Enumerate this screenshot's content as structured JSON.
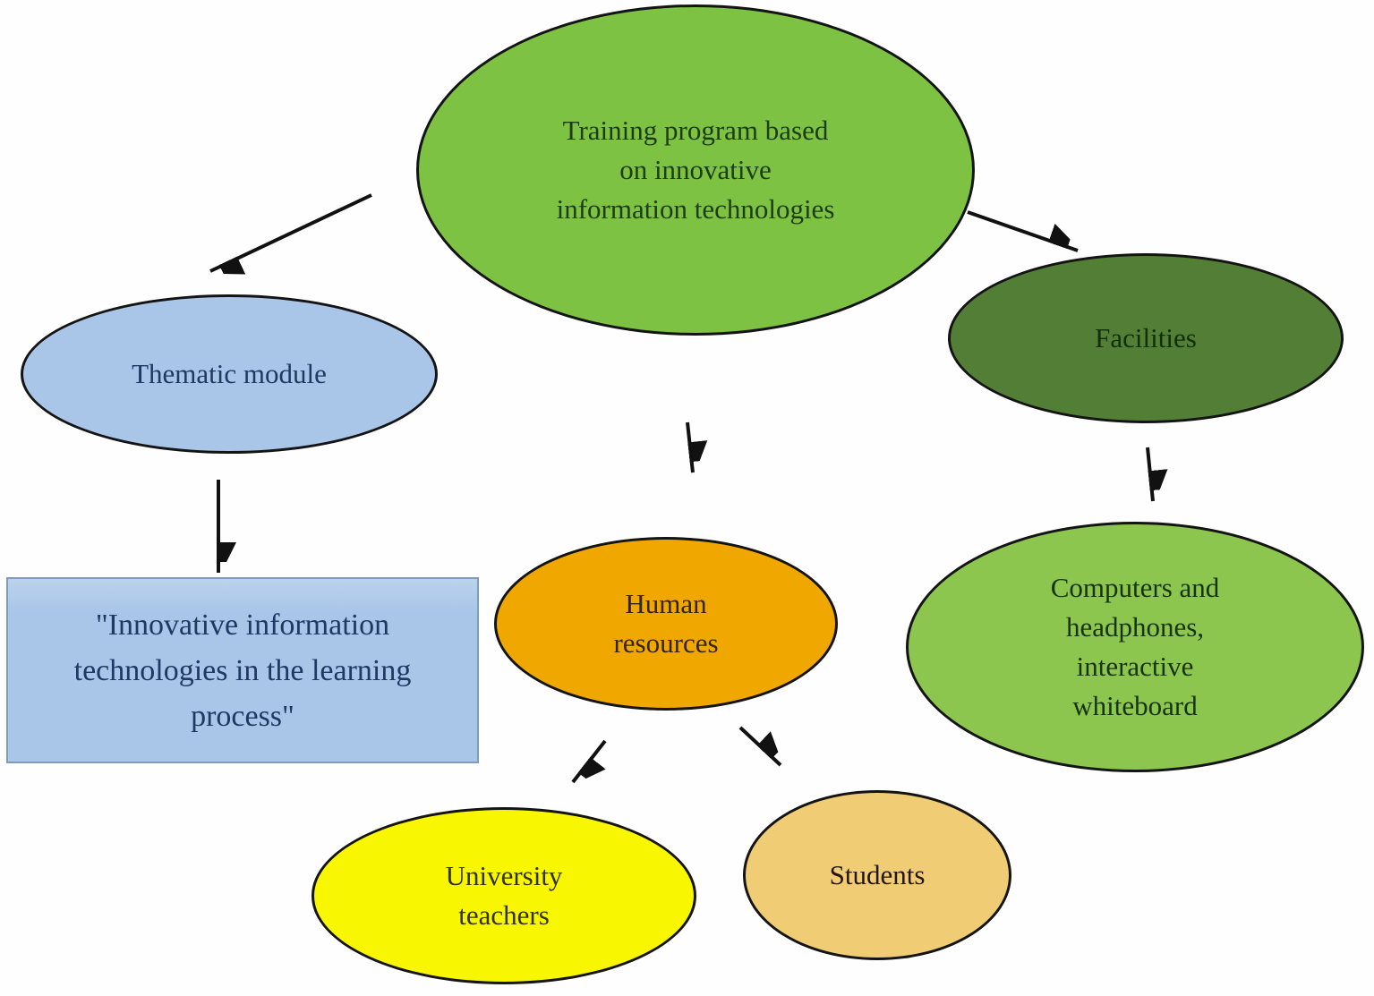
{
  "diagram": {
    "type": "concept-map",
    "background": "#fefefe",
    "outline_color": "#141414",
    "arrow_color": "#111111",
    "nodes": {
      "training_program": {
        "shape": "ellipse",
        "fill": "#7dc242",
        "text_color": "#1e3c14",
        "lines": [
          "Training program based",
          "on innovative",
          "information technologies"
        ]
      },
      "thematic_module": {
        "shape": "ellipse",
        "fill": "#a9c6e8",
        "text_color": "#1f3864",
        "lines": [
          "Thematic module"
        ]
      },
      "facilities": {
        "shape": "ellipse",
        "fill": "#527e35",
        "text_color": "#122f0c",
        "lines": [
          "Facilities"
        ]
      },
      "human_resources": {
        "shape": "ellipse",
        "fill": "#f0a800",
        "text_color": "#33230a",
        "lines": [
          "Human",
          "resources"
        ]
      },
      "innovative_module_topic": {
        "shape": "rectangle",
        "fill": "#a9c6e8",
        "border_color": "#7f9cc0",
        "text_color": "#1f3864",
        "lines": [
          "\"Innovative information",
          "technologies in the learning",
          "process\""
        ]
      },
      "computers": {
        "shape": "ellipse",
        "fill": "#8cc64f",
        "text_color": "#17320e",
        "lines": [
          "Computers and",
          "headphones,",
          "interactive",
          "whiteboard"
        ]
      },
      "university_teachers": {
        "shape": "ellipse",
        "fill": "#f8f600",
        "text_color": "#30300a",
        "lines": [
          "University",
          "teachers"
        ]
      },
      "students": {
        "shape": "ellipse",
        "fill": "#f0cc74",
        "text_color": "#231505",
        "lines": [
          "Students"
        ]
      }
    },
    "edges": [
      {
        "from": "training_program",
        "to": "thematic_module"
      },
      {
        "from": "training_program",
        "to": "facilities"
      },
      {
        "from": "training_program",
        "to": "human_resources"
      },
      {
        "from": "thematic_module",
        "to": "innovative_module_topic"
      },
      {
        "from": "facilities",
        "to": "computers"
      },
      {
        "from": "human_resources",
        "to": "university_teachers"
      },
      {
        "from": "human_resources",
        "to": "students"
      }
    ]
  }
}
